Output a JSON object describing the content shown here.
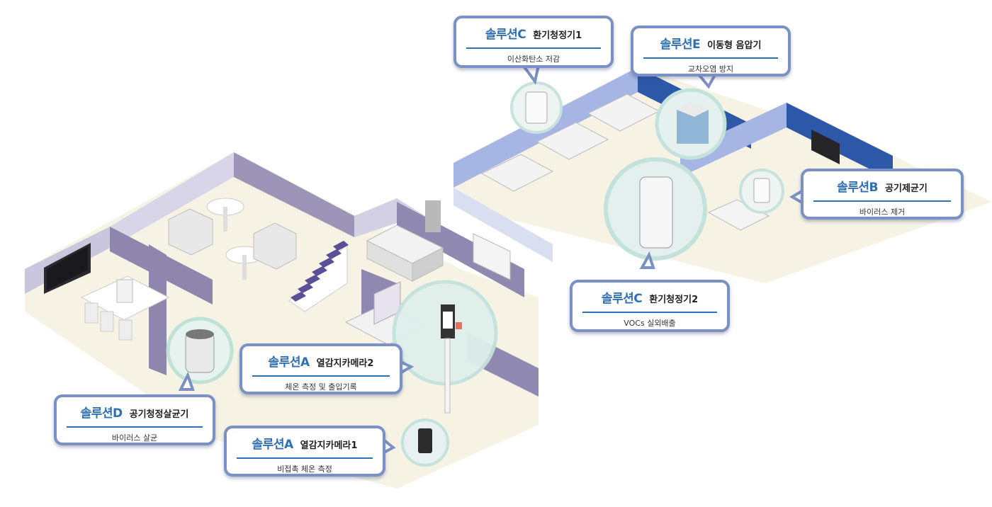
{
  "callouts": [
    {
      "id": "solC1",
      "solution": "솔루션C",
      "device": "환기청정기1",
      "desc": "이산화탄소 저감"
    },
    {
      "id": "solE",
      "solution": "솔루션E",
      "device": "이동형 음압기",
      "desc": "교차오염 방지"
    },
    {
      "id": "solB",
      "solution": "솔루션B",
      "device": "공기제균기",
      "desc": "바이러스 제거"
    },
    {
      "id": "solC2",
      "solution": "솔루션C",
      "device": "환기청정기2",
      "desc": "VOCs 실외배출"
    },
    {
      "id": "solA2",
      "solution": "솔루션A",
      "device": "열감지카메라2",
      "desc": "체온 측정 및 출입기록"
    },
    {
      "id": "solD",
      "solution": "솔루션D",
      "device": "공기청정살균기",
      "desc": "바이러스 살균"
    },
    {
      "id": "solA1",
      "solution": "솔루션A",
      "device": "열감지카메라1",
      "desc": "비접촉 체온 측정"
    }
  ],
  "colors": {
    "accent": "#2f6fb3",
    "border": "#7b90c4",
    "wall_purple": "#9e98b8",
    "wall_blue": "#a9b8e0",
    "dark_blue": "#2d5aa8",
    "floor": "#f5f3e6"
  }
}
